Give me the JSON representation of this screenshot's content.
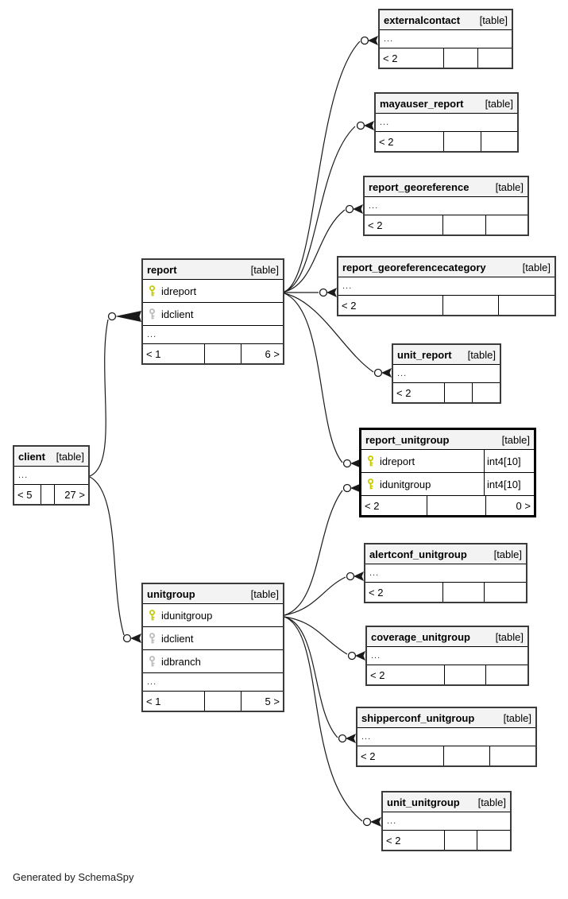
{
  "diagram": {
    "footer_note": "Generated by SchemaSpy",
    "ellipsis_label": "...",
    "table_tag": "[table]",
    "colors": {
      "primary_key": "#c9c900",
      "foreign_key": "#bcbcbc",
      "header_bg": "#f3f3f3",
      "table_border": "#3b3b3b",
      "emphasized_border": "#000000",
      "edge_line": "#1a1a1a"
    },
    "tables": [
      {
        "id": "externalcontact",
        "name": "externalcontact",
        "tag": "[table]",
        "rows": [
          {
            "kind": "dots"
          }
        ],
        "footer": [
          "< 2",
          "",
          ""
        ]
      },
      {
        "id": "mayauser_report",
        "name": "mayauser_report",
        "tag": "[table]",
        "rows": [
          {
            "kind": "dots"
          }
        ],
        "footer": [
          "< 2",
          "",
          ""
        ]
      },
      {
        "id": "report_georeference",
        "name": "report_georeference",
        "tag": "[table]",
        "rows": [
          {
            "kind": "dots"
          }
        ],
        "footer": [
          "< 2",
          "",
          ""
        ]
      },
      {
        "id": "report_georeferencecategory",
        "name": "report_georeferencecategory",
        "tag": "[table]",
        "rows": [
          {
            "kind": "dots"
          }
        ],
        "footer": [
          "< 2",
          "",
          ""
        ]
      },
      {
        "id": "report",
        "name": "report",
        "tag": "[table]",
        "rows": [
          {
            "kind": "field",
            "name": "idreport",
            "key": "pk"
          },
          {
            "kind": "field",
            "name": "idclient",
            "key": "fk"
          },
          {
            "kind": "dots"
          }
        ],
        "footer": [
          "< 1",
          "",
          "6 >"
        ]
      },
      {
        "id": "unit_report",
        "name": "unit_report",
        "tag": "[table]",
        "rows": [
          {
            "kind": "dots"
          }
        ],
        "footer": [
          "< 2",
          "",
          ""
        ]
      },
      {
        "id": "report_unitgroup",
        "name": "report_unitgroup",
        "tag": "[table]",
        "emphasized": true,
        "rows": [
          {
            "kind": "field",
            "name": "idreport",
            "key": "pk",
            "type": "int4[10]"
          },
          {
            "kind": "field",
            "name": "idunitgroup",
            "key": "pk",
            "type": "int4[10]"
          }
        ],
        "footer": [
          "< 2",
          "",
          "0 >"
        ]
      },
      {
        "id": "client",
        "name": "client",
        "tag": "[table]",
        "rows": [
          {
            "kind": "dots"
          }
        ],
        "footer": [
          "< 5",
          "",
          "27 >"
        ]
      },
      {
        "id": "alertconf_unitgroup",
        "name": "alertconf_unitgroup",
        "tag": "[table]",
        "rows": [
          {
            "kind": "dots"
          }
        ],
        "footer": [
          "< 2",
          "",
          ""
        ]
      },
      {
        "id": "unitgroup",
        "name": "unitgroup",
        "tag": "[table]",
        "rows": [
          {
            "kind": "field",
            "name": "idunitgroup",
            "key": "pk"
          },
          {
            "kind": "field",
            "name": "idclient",
            "key": "fk"
          },
          {
            "kind": "field",
            "name": "idbranch",
            "key": "fk"
          },
          {
            "kind": "dots"
          }
        ],
        "footer": [
          "< 1",
          "",
          "5 >"
        ]
      },
      {
        "id": "coverage_unitgroup",
        "name": "coverage_unitgroup",
        "tag": "[table]",
        "rows": [
          {
            "kind": "dots"
          }
        ],
        "footer": [
          "< 2",
          "",
          ""
        ]
      },
      {
        "id": "shipperconf_unitgroup",
        "name": "shipperconf_unitgroup",
        "tag": "[table]",
        "rows": [
          {
            "kind": "dots"
          }
        ],
        "footer": [
          "< 2",
          "",
          ""
        ]
      },
      {
        "id": "unit_unitgroup",
        "name": "unit_unitgroup",
        "tag": "[table]",
        "rows": [
          {
            "kind": "dots"
          }
        ],
        "footer": [
          "< 2",
          "",
          ""
        ]
      }
    ],
    "relationships": [
      {
        "parent": "report",
        "child": "externalcontact"
      },
      {
        "parent": "report",
        "child": "mayauser_report"
      },
      {
        "parent": "report",
        "child": "report_georeference"
      },
      {
        "parent": "report",
        "child": "report_georeferencecategory"
      },
      {
        "parent": "report",
        "child": "unit_report"
      },
      {
        "parent": "report",
        "child": "report_unitgroup"
      },
      {
        "parent": "unitgroup",
        "child": "report_unitgroup"
      },
      {
        "parent": "unitgroup",
        "child": "alertconf_unitgroup"
      },
      {
        "parent": "unitgroup",
        "child": "coverage_unitgroup"
      },
      {
        "parent": "unitgroup",
        "child": "shipperconf_unitgroup"
      },
      {
        "parent": "unitgroup",
        "child": "unit_unitgroup"
      },
      {
        "parent": "client",
        "child": "report"
      },
      {
        "parent": "client",
        "child": "unitgroup"
      }
    ]
  }
}
